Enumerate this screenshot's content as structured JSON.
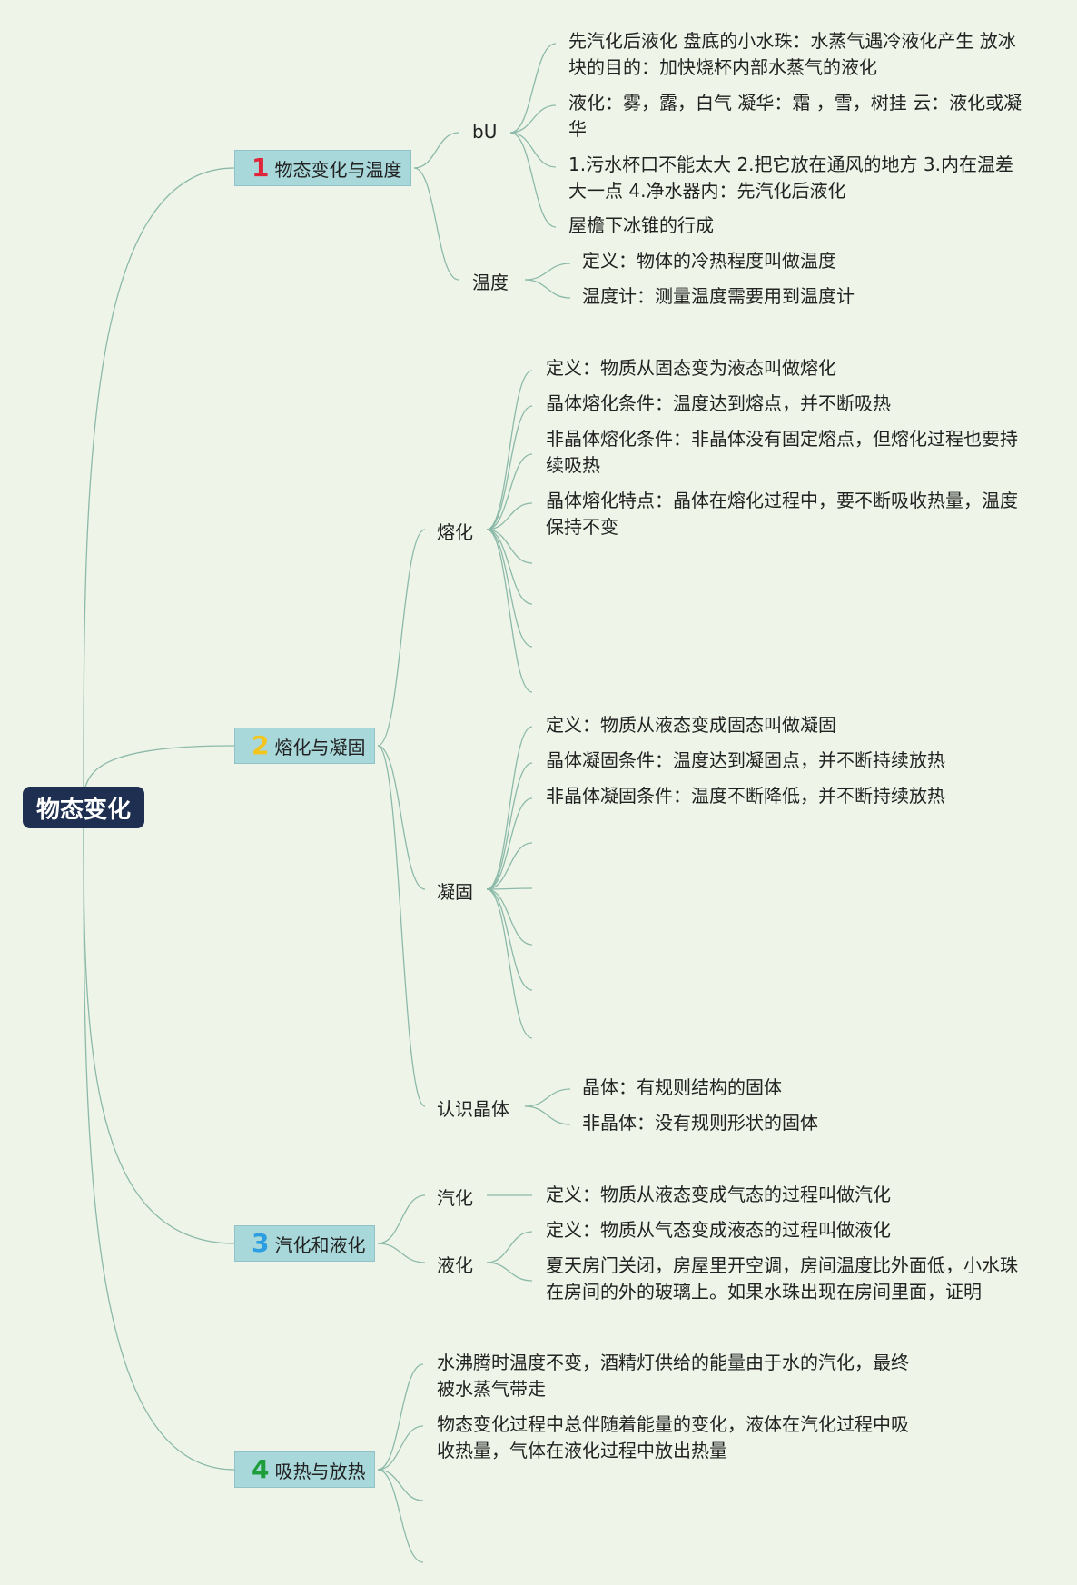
{
  "root": {
    "title": "物态变化"
  },
  "colors": {
    "line": "#8cb9a9",
    "root_bg": "#1e2f52",
    "topic_bg": "#a9d8db"
  },
  "topics": [
    {
      "num": "1",
      "num_color": "#e0243a",
      "label": "物态变化与温度",
      "subs": [
        {
          "label": "bU",
          "leaves": [
            "先汽化后液化 盘底的小水珠：水蒸气遇冷液化产生 放冰块的目的：加快烧杯内部水蒸气的液化",
            "液化：雾，露，白气 凝华：霜 ，雪，树挂 云：液化或凝华",
            "1.污水杯口不能太大 2.把它放在通风的地方 3.内在温差大一点 4.净水器内：先汽化后液化",
            "屋檐下冰锥的行成"
          ]
        },
        {
          "label": "温度",
          "leaves": [
            "定义：物体的冷热程度叫做温度",
            "温度计：测量温度需要用到温度计"
          ]
        }
      ]
    },
    {
      "num": "2",
      "num_color": "#f2c61f",
      "label": "熔化与凝固",
      "subs": [
        {
          "label": "熔化",
          "leaves": [
            "定义：物质从固态变为液态叫做熔化",
            "晶体熔化条件：温度达到熔点，并不断吸热",
            "非晶体熔化条件：非晶体没有固定熔点，但熔化过程也要持续吸热",
            "晶体熔化特点：晶体在熔化过程中，要不断吸收热量，温度保持不变"
          ]
        },
        {
          "label": "凝固",
          "leaves": [
            "定义：物质从液态变成固态叫做凝固",
            "晶体凝固条件：温度达到凝固点，并不断持续放热",
            "非晶体凝固条件：温度不断降低，并不断持续放热"
          ]
        },
        {
          "label": "认识晶体",
          "leaves": [
            "晶体：有规则结构的固体",
            "非晶体：没有规则形状的固体"
          ]
        }
      ]
    },
    {
      "num": "3",
      "num_color": "#2a9ee0",
      "label": "汽化和液化",
      "subs": [
        {
          "label": "汽化",
          "leaves": [
            "定义：物质从液态变成气态的过程叫做汽化"
          ]
        },
        {
          "label": "液化",
          "leaves": [
            "定义：物质从气态变成液态的过程叫做液化",
            "夏天房门关闭，房屋里开空调，房间温度比外面低，小水珠在房间的外的玻璃上。如果水珠出现在房间里面，证明"
          ]
        }
      ]
    },
    {
      "num": "4",
      "num_color": "#1e9e3a",
      "label": "吸热与放热",
      "leaves": [
        "水沸腾时温度不变，酒精灯供给的能量由于水的汽化，最终被水蒸气带走",
        "物态变化过程中总伴随着能量的变化，液体在汽化过程中吸收热量，气体在液化过程中放出热量"
      ]
    }
  ]
}
